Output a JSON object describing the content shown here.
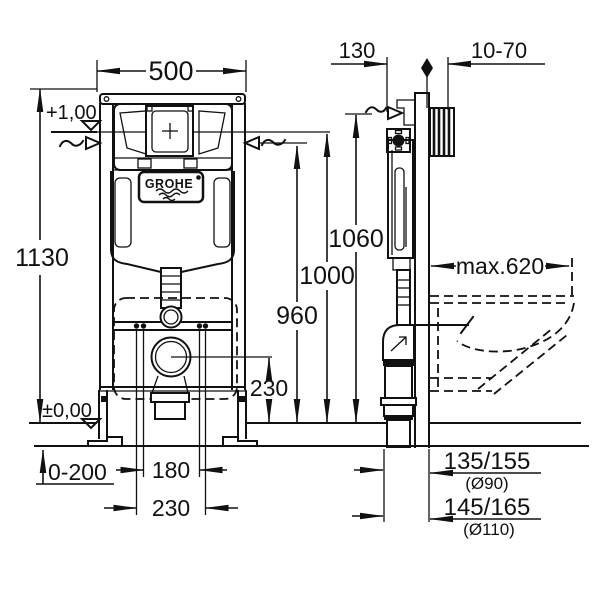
{
  "colors": {
    "ink": "#111111",
    "background": "#ffffff"
  },
  "brand": {
    "name": "GROHE"
  },
  "front_view": {
    "frame_width": "500",
    "frame_height": "1130",
    "level_upper": "+1,00",
    "level_floor": "±0,00",
    "foot_adjustment": "0-200",
    "fixing_spacing_inner": "180",
    "fixing_spacing_outer": "230",
    "outlet_center_height": "230",
    "flush_plate_center_height": "960"
  },
  "side_view": {
    "frame_depth": "130",
    "wall_clearance": "10-70",
    "frame_top_height": "1060",
    "reference_height": "1000",
    "bowl_max_depth": "max.620",
    "drain_offset_d90": "135/155",
    "drain_dia_90": "(Ø90)",
    "drain_offset_d110": "145/165",
    "drain_dia_110": "(Ø110)"
  }
}
